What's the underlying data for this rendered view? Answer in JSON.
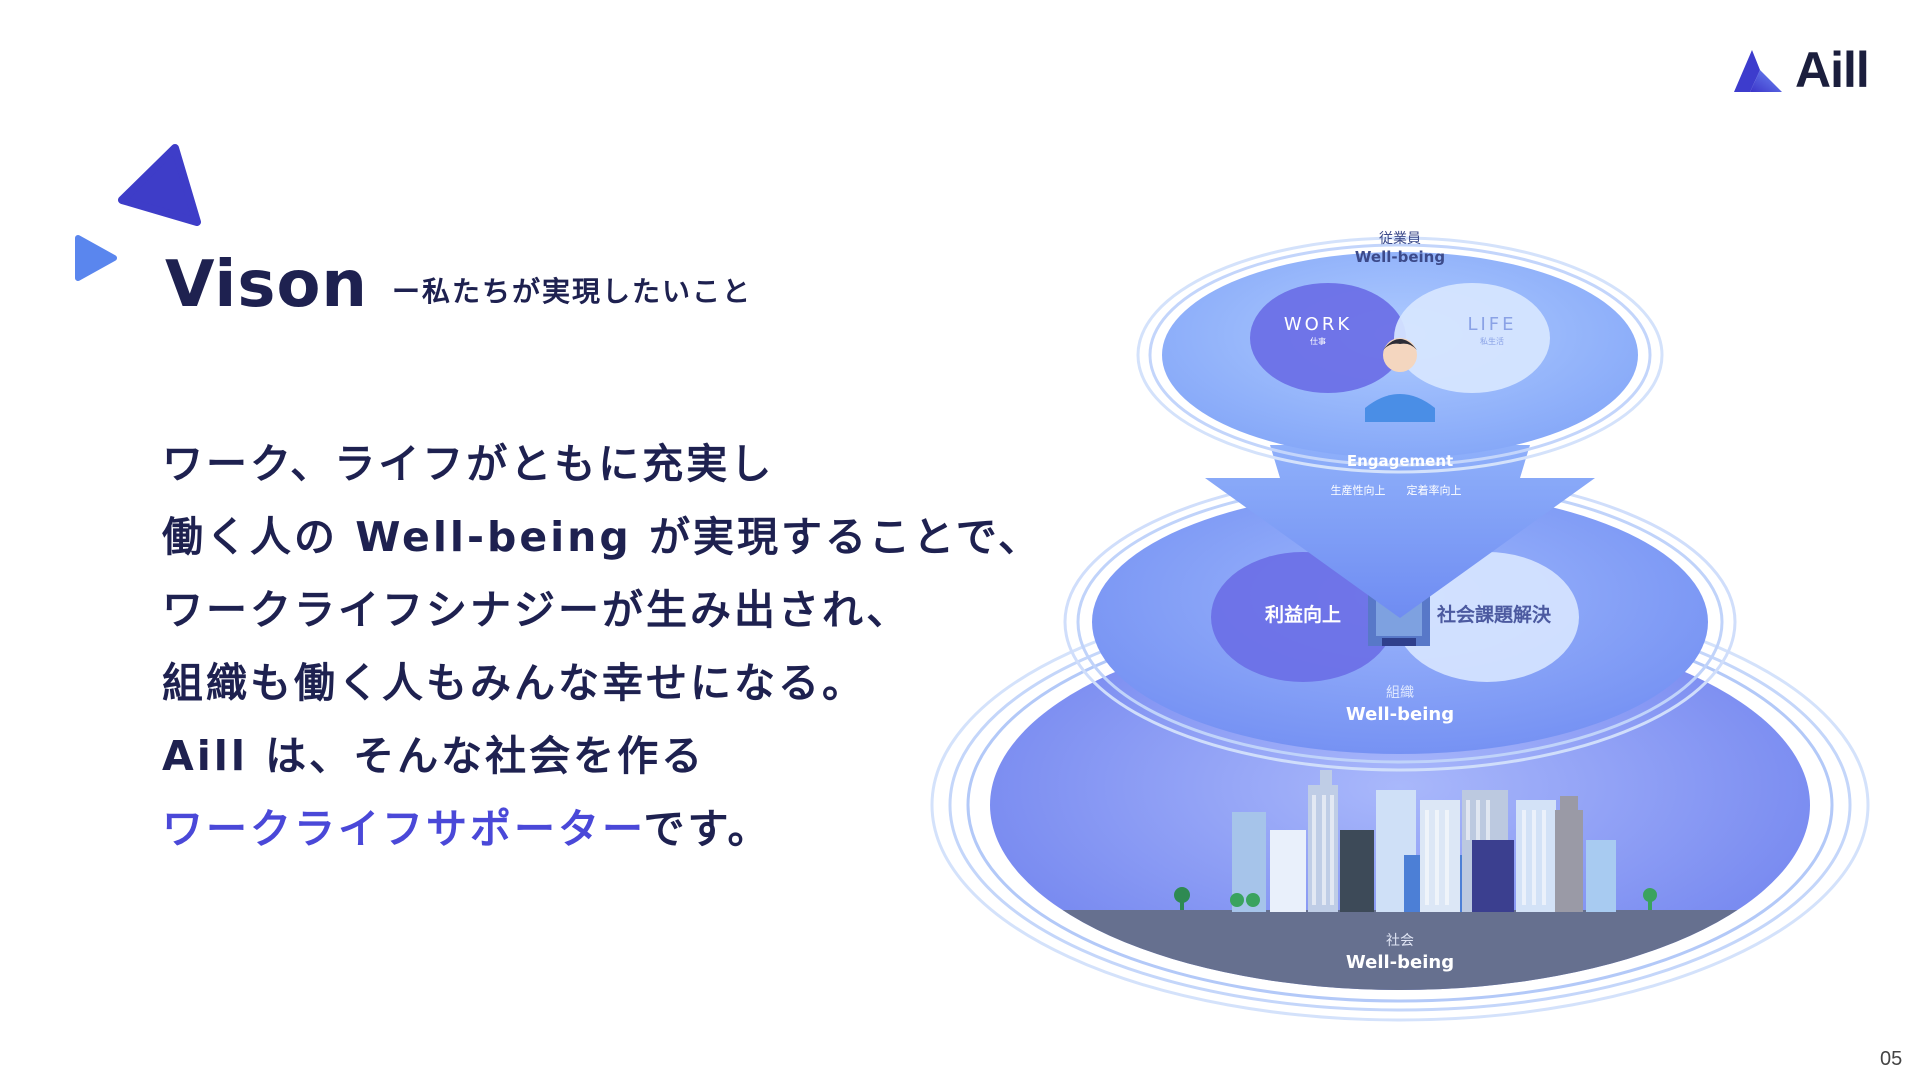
{
  "brand": {
    "name": "Aill"
  },
  "heading": {
    "title": "Vison",
    "subtitle": "ー私たちが実現したいこと"
  },
  "body": {
    "lines": [
      "ワーク、ライフがともに充実し",
      "働く人の Well-being が実現することで、",
      "ワークライフシナジーが生み出され、",
      "組織も働く人もみんな幸せになる。",
      "Aill は、そんな社会を作る"
    ],
    "last_line_accent": "ワークライフサポーター",
    "last_line_rest": "です。"
  },
  "diagram": {
    "top": {
      "label_jp": "従業員",
      "label_en": "Well-being",
      "work_label": "WORK",
      "work_sub": "仕事",
      "life_label": "LIFE",
      "life_sub": "私生活"
    },
    "arrow": {
      "title": "Engagement",
      "items": [
        "生産性向上",
        "定着率向上"
      ]
    },
    "middle": {
      "left_label": "利益向上",
      "right_label": "社会課題解決",
      "label_jp": "組織",
      "label_en": "Well-being"
    },
    "bottom": {
      "label_jp": "社会",
      "label_en": "Well-being"
    },
    "colors": {
      "top_disc": "#8db4fb",
      "middle_disc": "#7d9cf7",
      "bottom_disc": "#7a8df3",
      "work_circle": "#6a6ee6",
      "life_circle": "#d7e6ff",
      "ground": "#66708f"
    }
  },
  "page": {
    "number": "05"
  },
  "colors": {
    "text": "#1e2150",
    "accent": "#4a48d8"
  }
}
